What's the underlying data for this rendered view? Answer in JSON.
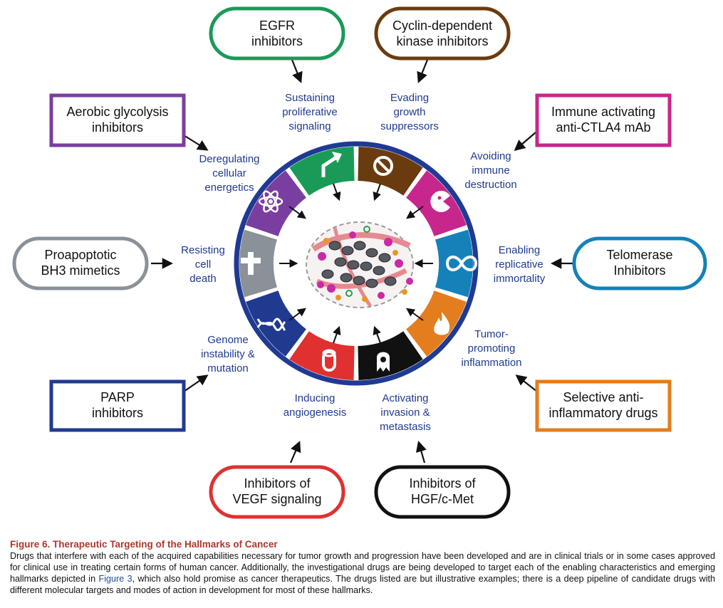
{
  "hallmarks": {
    "sustaining": [
      "Sustaining",
      "proliferative",
      "signaling"
    ],
    "evading": [
      "Evading",
      "growth",
      "suppressors"
    ],
    "avoiding": [
      "Avoiding",
      "immune",
      "destruction"
    ],
    "enabling": [
      "Enabling",
      "replicative",
      "immortality"
    ],
    "tumor": [
      "Tumor-",
      "promoting",
      "inflammation"
    ],
    "activating": [
      "Activating",
      "invasion &",
      "metastasis"
    ],
    "inducing": [
      "Inducing",
      "angiogenesis"
    ],
    "genome": [
      "Genome",
      "instability &",
      "mutation"
    ],
    "resisting": [
      "Resisting",
      "cell",
      "death"
    ],
    "deregulating": [
      "Deregulating",
      "cellular",
      "energetics"
    ]
  },
  "drugs": {
    "egfr": [
      "EGFR",
      "inhibitors"
    ],
    "cdk": [
      "Cyclin-dependent",
      "kinase inhibitors"
    ],
    "ctla4": [
      "Immune activating",
      "anti-CTLA4 mAb"
    ],
    "telomerase": [
      "Telomerase",
      "Inhibitors"
    ],
    "antiinflammatory": [
      "Selective anti-",
      "inflammatory drugs"
    ],
    "hgf": [
      "Inhibitors of",
      "HGF/c-Met"
    ],
    "vegf": [
      "Inhibitors of",
      "VEGF signaling"
    ],
    "parp": [
      "PARP",
      "inhibitors"
    ],
    "bh3": [
      "Proapoptotic",
      "BH3 mimetics"
    ],
    "glycolysis": [
      "Aerobic glycolysis",
      "inhibitors"
    ]
  },
  "colors": {
    "egfr": "#1a9a57",
    "cdk": "#6b3b10",
    "ctla4": "#c7268c",
    "telomerase": "#1581b9",
    "antiinflammatory": "#e47d1e",
    "hgf": "#111111",
    "vegf": "#e03030",
    "parp": "#203a8f",
    "bh3": "#8a9198",
    "glycolysis": "#7a3ea0",
    "ring": "#1f3a93",
    "hallmark_text": "#1f3a93"
  },
  "caption": {
    "title": "Figure 6. Therapeutic Targeting of the Hallmarks of Cancer",
    "body_before_link": "Drugs that interfere with each of the acquired capabilities necessary for tumor growth and progression have been developed and are in clinical trials or in some cases approved for clinical use in treating certain forms of human cancer. Additionally, the investigational drugs are being developed to target each of the enabling characteristics and emerging hallmarks depicted in ",
    "link": "Figure 3",
    "body_after_link": ", which also hold promise as cancer therapeutics. The drugs listed are but illustrative examples; there is a deep pipeline of candidate drugs with different molecular targets and modes of action in development for most of these hallmarks."
  }
}
